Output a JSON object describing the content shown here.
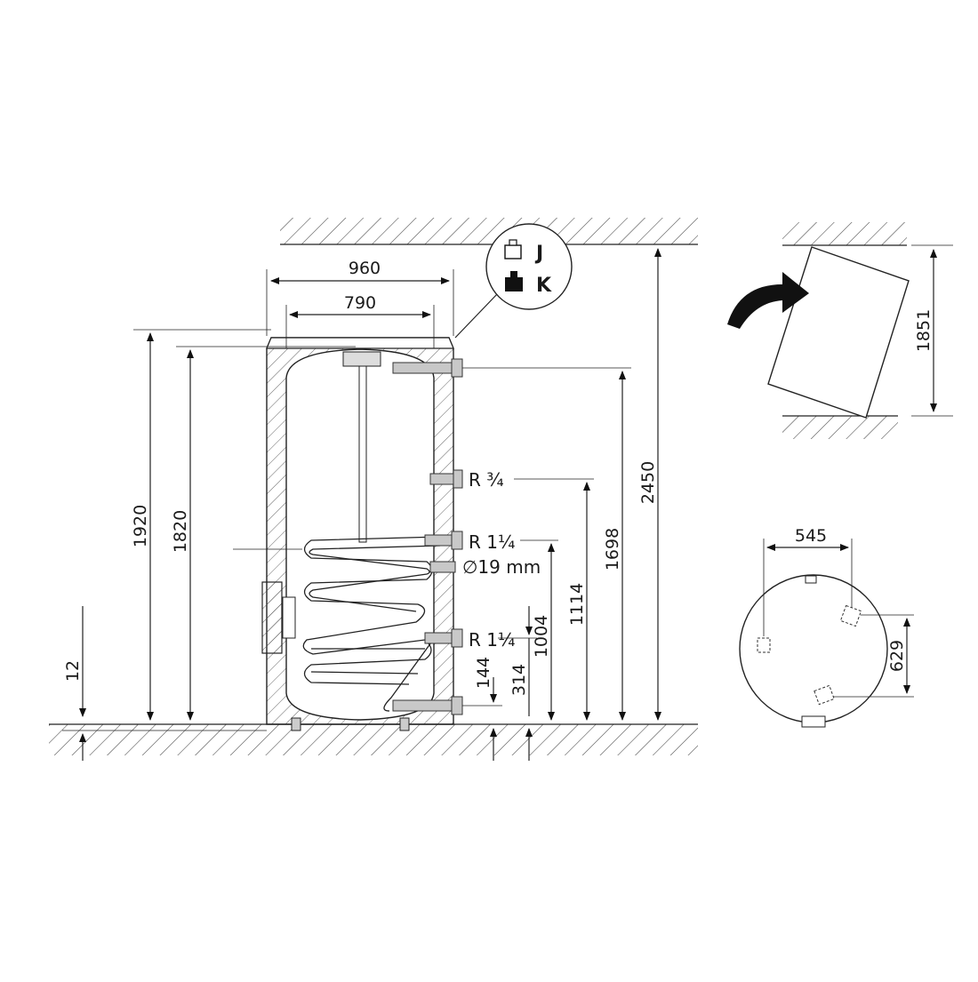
{
  "front_view": {
    "width_outer": "960",
    "width_inner": "790",
    "height_total": "1920",
    "height_tank": "1820",
    "ceiling_height": "2450",
    "offset_bottom": "12",
    "conn_top": "1698",
    "conn_r34": "1114",
    "conn_coil_top": "1004",
    "conn_coil_bottom": "314",
    "conn_bottom": "144"
  },
  "connections": {
    "r34": "R ¾",
    "r114_top": "R 1¼",
    "sensor": "∅19 mm",
    "r114_bottom": "R 1¼"
  },
  "legend": {
    "empty_weight": "J",
    "full_weight": "K"
  },
  "tilt_view": {
    "tilt_height": "1851"
  },
  "top_view": {
    "diameter_half": "545",
    "spacing": "629"
  }
}
